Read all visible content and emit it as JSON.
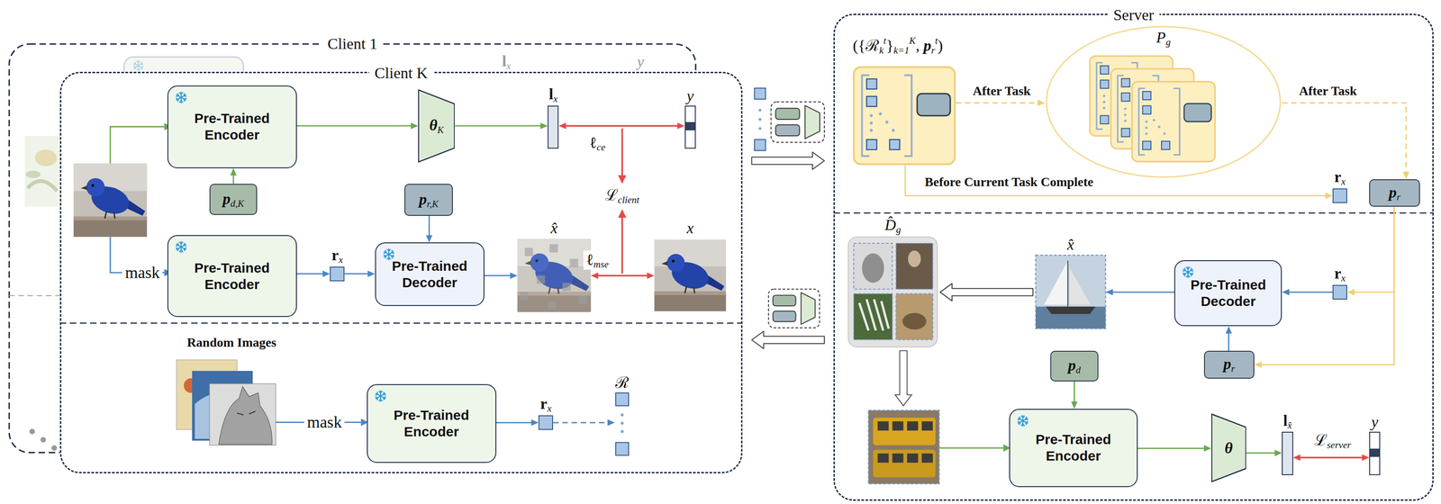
{
  "diagram": {
    "nodes": [
      {
        "text": [
          "Client 1"
        ]
      },
      {
        "text": [
          "Client K"
        ]
      },
      {
        "text": [
          "Pre-Trained Encoder"
        ],
        "in": 1
      },
      {
        "text": [
          "θK"
        ],
        "in": 1
      },
      {
        "text": [
          "lx"
        ],
        "in": 1
      },
      {
        "text": [
          "y"
        ],
        "in": 1
      },
      {
        "text": [
          "pd,K"
        ],
        "in": 1
      },
      {
        "text": [
          "pr,K"
        ],
        "in": 1
      },
      {
        "text": [
          "Pre-Trained Encoder"
        ],
        "in": 1
      },
      {
        "text": [
          "rx"
        ],
        "in": 1
      },
      {
        "text": [
          "Pre-Trained Decoder"
        ],
        "in": 1
      },
      {
        "text": [
          "x̂"
        ],
        "in": 1
      },
      {
        "text": [
          "x"
        ],
        "in": 1
      },
      {
        "text": [
          "Pre-Trained Encoder"
        ],
        "in": 1
      },
      {
        "text": [
          "rx"
        ],
        "in": 1
      },
      {
        "text": [
          "ℛ"
        ],
        "in": 1
      },
      {
        "text": [
          "Server"
        ]
      },
      {
        "text": [
          "({ℛkt}k=1K, prt)"
        ],
        "in": 16
      },
      {
        "text": [
          "Pg"
        ],
        "in": 16
      },
      {
        "text": [
          "rx"
        ],
        "in": 16
      },
      {
        "text": [
          "pr"
        ],
        "in": 16
      },
      {
        "text": [
          "Pre-Trained Decoder"
        ],
        "in": 16
      },
      {
        "text": [
          "rx"
        ],
        "in": 16
      },
      {
        "text": [
          "pr"
        ],
        "in": 16
      },
      {
        "text": [
          "x̂"
        ],
        "in": 16
      },
      {
        "text": [
          "D̂g"
        ],
        "in": 16
      },
      {
        "text": [
          "pd"
        ],
        "in": 16
      },
      {
        "text": [
          "Pre-Trained Encoder"
        ],
        "in": 16
      },
      {
        "text": [
          "θ"
        ],
        "in": 16
      },
      {
        "text": [
          "lx̂"
        ],
        "in": 16
      },
      {
        "text": [
          "y"
        ],
        "in": 16
      }
    ],
    "edges": [
      {
        "from": 2,
        "to": 3,
        "arrow": "to"
      },
      {
        "from": 3,
        "to": 4,
        "arrow": "to"
      },
      {
        "from": 4,
        "to": 5,
        "arrow": "both",
        "label": "ℓce"
      },
      {
        "from": 6,
        "to": 2,
        "arrow": "to"
      },
      {
        "from": 8,
        "to": 9,
        "arrow": "to"
      },
      {
        "from": 9,
        "to": 10,
        "arrow": "to"
      },
      {
        "from": 7,
        "to": 10,
        "arrow": "to"
      },
      {
        "from": 10,
        "to": 11,
        "arrow": "to"
      },
      {
        "from": 11,
        "to": 12,
        "arrow": "both",
        "label": "ℓmse"
      },
      {
        "from": 13,
        "to": 14,
        "arrow": "to"
      },
      {
        "from": 14,
        "to": 15,
        "arrow": "to"
      },
      {
        "from": 1,
        "to": 16,
        "arrow": "to"
      },
      {
        "from": 16,
        "to": 1,
        "arrow": "to"
      },
      {
        "from": 17,
        "to": 18,
        "arrow": "to",
        "label": "After Task"
      },
      {
        "from": 18,
        "to": 20,
        "arrow": "to",
        "label": "After Task"
      },
      {
        "from": 17,
        "to": 19,
        "arrow": "to",
        "label": "Before Current Task Complete"
      },
      {
        "from": 20,
        "to": 22,
        "arrow": "to"
      },
      {
        "from": 20,
        "to": 23,
        "arrow": "to"
      },
      {
        "from": 22,
        "to": 21,
        "arrow": "to"
      },
      {
        "from": 23,
        "to": 21,
        "arrow": "to"
      },
      {
        "from": 21,
        "to": 24,
        "arrow": "to"
      },
      {
        "from": 24,
        "to": 25,
        "arrow": "to"
      },
      {
        "from": 26,
        "to": 27,
        "arrow": "to"
      },
      {
        "from": 27,
        "to": 28,
        "arrow": "to"
      },
      {
        "from": 28,
        "to": 29,
        "arrow": "to"
      },
      {
        "from": 29,
        "to": 30,
        "arrow": "both",
        "label": "ℒserver"
      }
    ],
    "labels": [
      "lx",
      "y",
      "ℒclient",
      "mask",
      "mask",
      "Random Images"
    ]
  }
}
